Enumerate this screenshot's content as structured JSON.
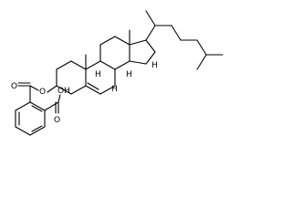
{
  "atoms": {
    "o_ester_carbonyl": "O",
    "o_ester_link": "O",
    "o_acid_carbonyl": "O",
    "o_acid_hydroxyl": "OH",
    "h_c8": "H",
    "h_c9": "H",
    "h_c14": "H",
    "h_c17": "H"
  }
}
